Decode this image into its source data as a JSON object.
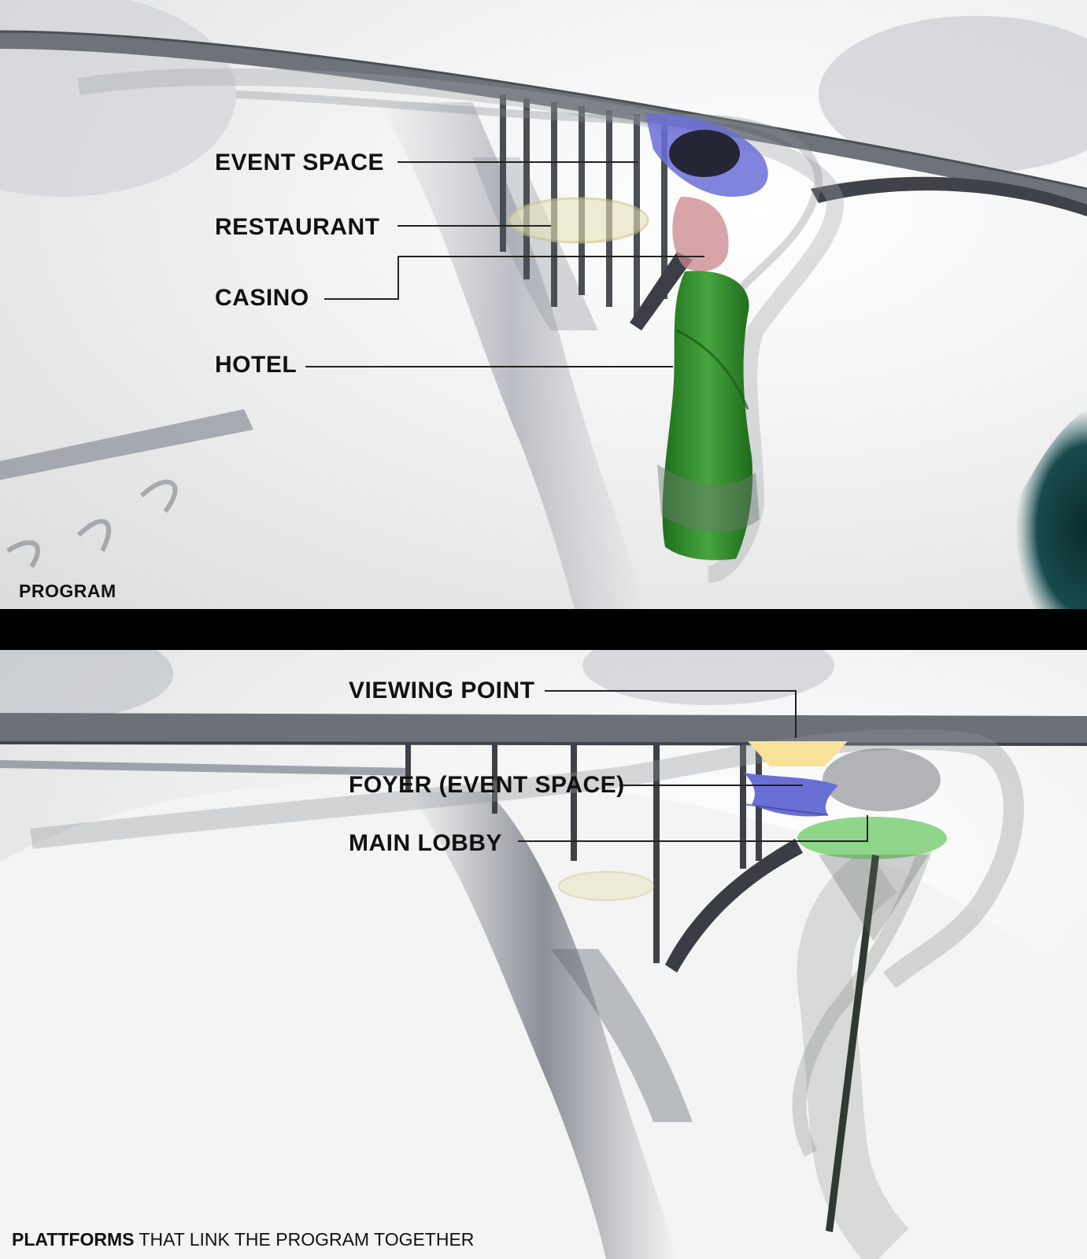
{
  "program_panel": {
    "caption": "PROGRAM",
    "labels": {
      "event_space": "EVENT SPACE",
      "restaurant": "RESTAURANT",
      "casino": "CASINO",
      "hotel": "HOTEL"
    }
  },
  "platform_panel": {
    "caption_bold": "PLATTFORMS",
    "caption_rest": " THAT LINK THE PROGRAM TOGETHER",
    "labels": {
      "viewing_point": "VIEWING POINT",
      "foyer": "FOYER (EVENT SPACE)",
      "main_lobby": "MAIN LOBBY"
    }
  },
  "colors": {
    "hotel_green": "#2f8a2a",
    "event_blue": "#6a6fd6",
    "viewing_yellow": "#f7e29a",
    "lobby_green": "#8fd68a",
    "divider": "#000000"
  }
}
